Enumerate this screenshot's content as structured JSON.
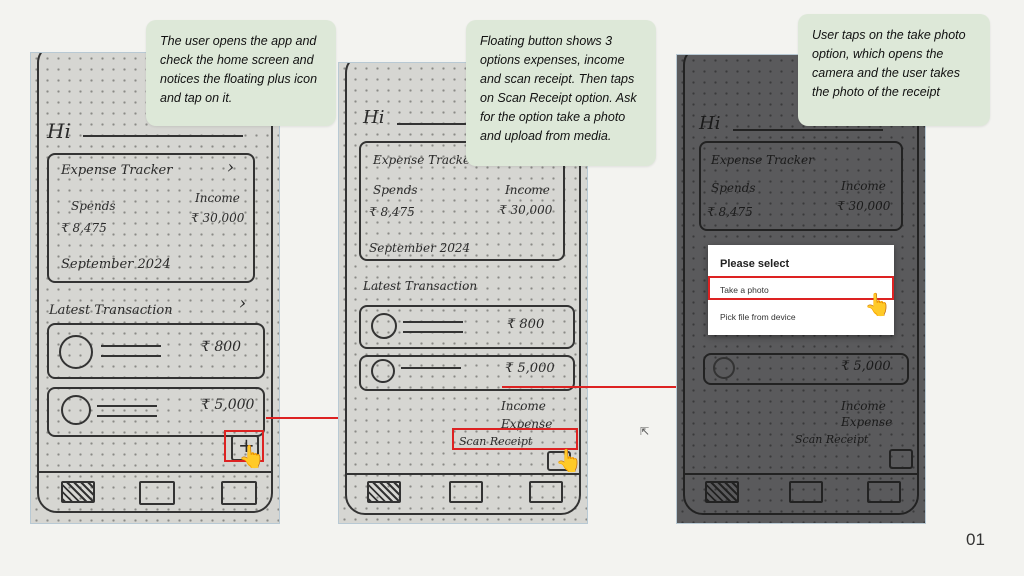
{
  "callouts": [
    "The user opens the app and check the home screen and notices the floating plus icon and tap on it.",
    "Floating button shows 3 options expenses, income and scan receipt. Then taps on Scan Receipt option. Ask for the option take a photo and upload from media.",
    "User taps on the take photo option, which opens the camera and the user takes the photo of the receipt"
  ],
  "sketch": {
    "greeting": "Hi",
    "tracker_title": "Expense Tracker",
    "spends_label": "Spends",
    "spends_value": "₹ 8,475",
    "income_label": "Income",
    "income_value": "₹ 30,000",
    "month": "September 2024",
    "latest": "Latest Transaction",
    "txn1_amount": "₹ 800",
    "txn2_amount": "₹ 5,000",
    "fab": "+",
    "fab_income": "Income",
    "fab_expense": "Expense",
    "fab_scan": "Scan Receipt"
  },
  "dialog": {
    "title": "Please select",
    "option1": "Take a photo",
    "option2": "Pick file from device"
  },
  "page_number": "01",
  "accent": "#dd2222"
}
